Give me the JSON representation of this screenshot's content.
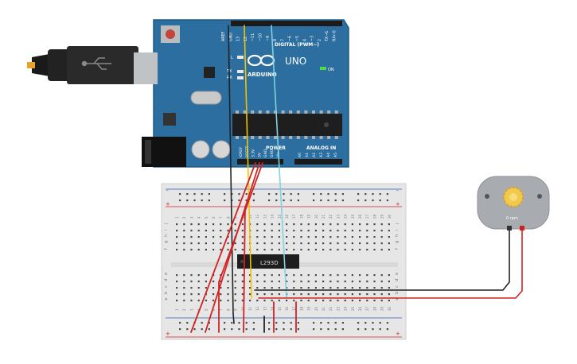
{
  "arduino": {
    "brand": "ARDUINO",
    "model": "UNO",
    "on_label": "ON",
    "digital_label": "DIGITAL (PWM~)",
    "power_label": "POWER",
    "analog_label": "ANALOG IN",
    "tx_label": "TX",
    "rx_label": "RX",
    "l_label": "L",
    "digital_pins": [
      "AREF",
      "GND",
      "13",
      "12",
      "~11",
      "~10",
      "~9",
      "8",
      "7",
      "~6",
      "~5",
      "4",
      "~3",
      "2",
      "TX→1",
      "RX←0"
    ],
    "power_pins": [
      "IOREF",
      "RESET",
      "3.3V",
      "5V",
      "GND",
      "GND",
      "Vin"
    ],
    "analog_pins": [
      "A0",
      "A1",
      "A2",
      "A3",
      "A4",
      "A5"
    ]
  },
  "ic": {
    "label": "L293D"
  },
  "motor": {
    "rpm_label": "0 rpm"
  },
  "breadboard": {
    "row_letters_top": [
      "j",
      "i",
      "h",
      "g",
      "f"
    ],
    "row_letters_bottom": [
      "e",
      "d",
      "c",
      "b",
      "a"
    ],
    "column_count": 30,
    "rail_plus": "+",
    "rail_minus": "-"
  },
  "colors": {
    "board_blue": "#2c6e9f",
    "wire_red": "#d42222",
    "wire_black": "#222222",
    "wire_yellow": "#f2c200",
    "wire_cyan": "#7fd3e0",
    "led_green": "#4cdb4c"
  }
}
